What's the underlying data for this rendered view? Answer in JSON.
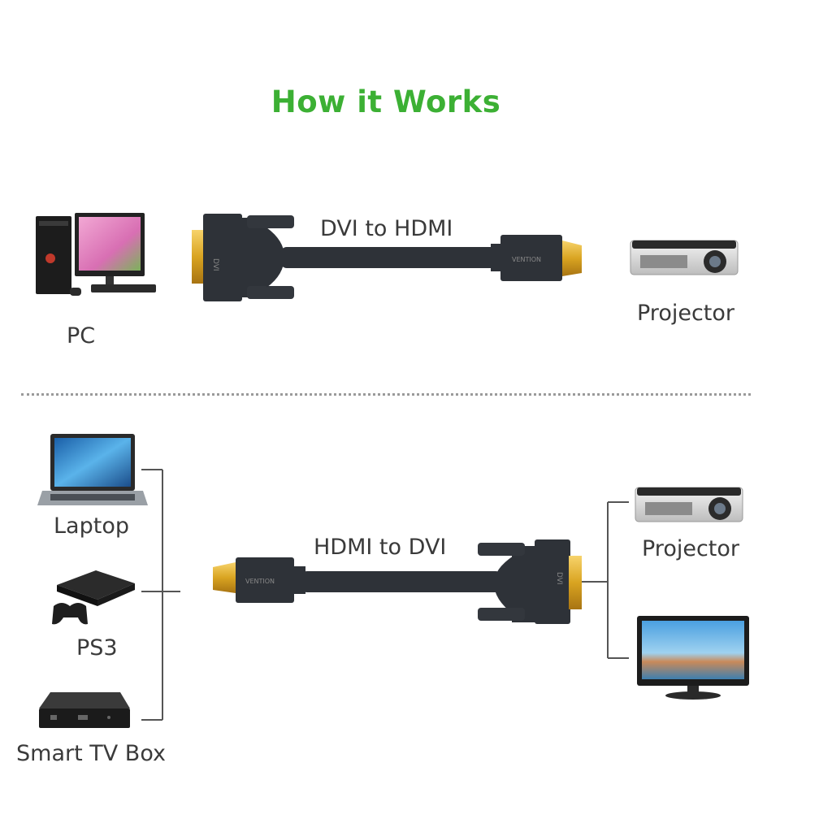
{
  "title": "How it Works",
  "top_section": {
    "source": {
      "label": "PC",
      "icon": "desktop-pc-icon"
    },
    "cable": {
      "label": "DVI to HDMI",
      "brand": "VENTION"
    },
    "target": {
      "label": "Projector",
      "icon": "projector-icon"
    }
  },
  "bottom_section": {
    "sources": [
      {
        "label": "Laptop",
        "icon": "laptop-icon"
      },
      {
        "label": "PS3",
        "icon": "ps3-console-icon"
      },
      {
        "label": "Smart TV Box",
        "icon": "tv-box-icon"
      }
    ],
    "cable": {
      "label": "HDMI to DVI",
      "brand": "VENTION"
    },
    "targets": [
      {
        "label": "Projector",
        "icon": "projector-icon"
      },
      {
        "label": "",
        "icon": "monitor-tv-icon"
      }
    ]
  },
  "colors": {
    "title": "#3cb034",
    "label": "#3a3a3a",
    "cable": "#2e3238",
    "gold": "#d9a421",
    "divider": "#9a9a9a",
    "bracket": "#555555"
  }
}
